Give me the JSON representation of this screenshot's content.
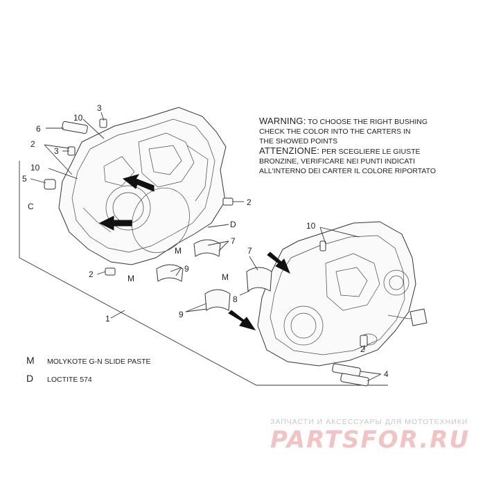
{
  "warning": {
    "title_en": "WARNING:",
    "body_en_1": "TO CHOOSE THE RIGHT BUSHING",
    "body_en_2": "CHECK THE COLOR INTO THE CARTERS IN",
    "body_en_3": "THE SHOWED POINTS",
    "title_it": "ATTENZIONE:",
    "body_it_1": "PER SCEGLIERE LE GIUSTE",
    "body_it_2": "BRONZINE, VERIFICARE NEI PUNTI INDICATI",
    "body_it_3": "ALL'INTERNO DEI CARTER IL COLORE RIPORTATO"
  },
  "callouts": {
    "c1": "1",
    "c2a": "2",
    "c2b": "2",
    "c2c": "2",
    "c2d": "2",
    "c3a": "3",
    "c3b": "3",
    "c4": "4",
    "c5": "5",
    "c6": "6",
    "c7a": "7",
    "c7b": "7",
    "c8": "8",
    "c9a": "9",
    "c9b": "9",
    "c10a": "10",
    "c10b": "10",
    "c10c": "10",
    "cC": "C",
    "cD": "D",
    "cMa": "M",
    "cMb": "M",
    "cMc": "M"
  },
  "legend": [
    {
      "symbol": "M",
      "text": "MOLYKOTE G-N SLIDE PASTE"
    },
    {
      "symbol": "D",
      "text": "LOCTITE 574"
    }
  ],
  "watermark": {
    "subtitle": "ЗАПЧАСТИ И АКСЕССУАРЫ ДЛЯ МОТОТЕХНИКИ",
    "brand": "PARTSFOR.RU"
  }
}
